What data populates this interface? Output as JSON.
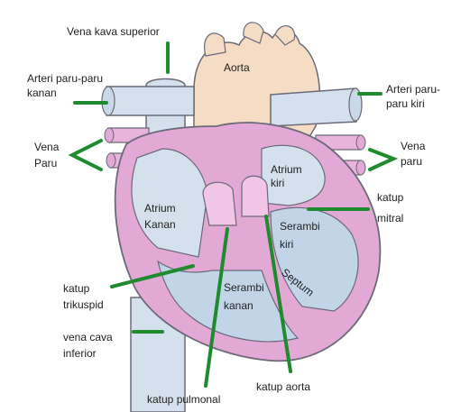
{
  "labels": {
    "vena_kava_superior": "Vena kava superior",
    "aorta": "Aorta",
    "arteri_kanan_1": "Arteri paru-paru",
    "arteri_kanan_2": "kanan",
    "arteri_kiri_1": "Arteri paru-",
    "arteri_kiri_2": "paru kiri",
    "vena_paru_kiri_1": "Vena",
    "vena_paru_kiri_2": "Paru",
    "vena_paru_kanan_1": "Vena",
    "vena_paru_kanan_2": "paru",
    "atrium_kiri_1": "Atrium",
    "atrium_kiri_2": "kiri",
    "katup_mitral_1": "katup",
    "katup_mitral_2": "mitral",
    "atrium_kanan_1": "Atrium",
    "atrium_kanan_2": "Kanan",
    "serambi_kiri_1": "Serambi",
    "serambi_kiri_2": "kiri",
    "septum": "Septum",
    "katup_trikuspid_1": "katup",
    "katup_trikuspid_2": "trikuspid",
    "serambi_kanan_1": "Serambi",
    "serambi_kanan_2": "kanan",
    "vena_cava_inferior_1": "vena cava",
    "vena_cava_inferior_2": "inferior",
    "katup_aorta": "katup aorta",
    "katup_pulmonal": "katup pulmonal"
  },
  "colors": {
    "leader_line": "#1f8a2e",
    "vessel_blue": "#d4e1ec",
    "aorta_peach": "#f5dcc4",
    "heart_pink": "#e3a9d6",
    "chamber_blue": "#c2d5e8"
  }
}
